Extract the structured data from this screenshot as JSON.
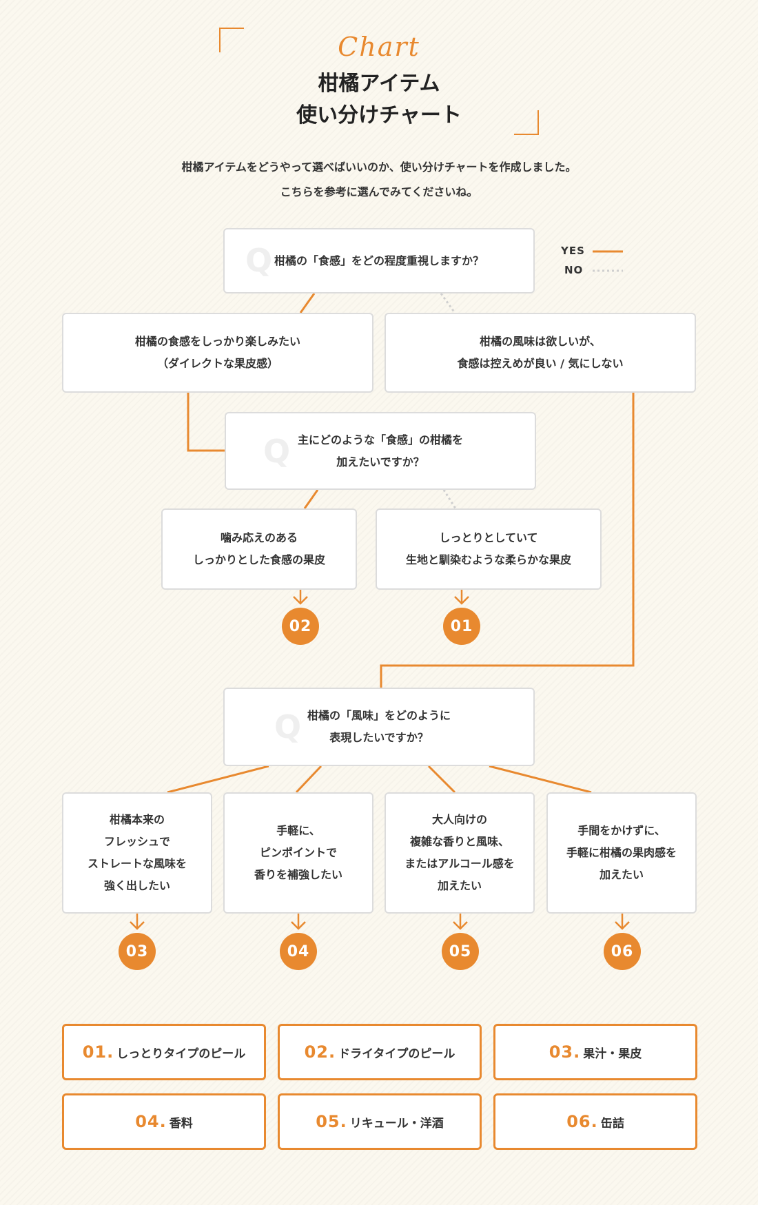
{
  "header": {
    "script_title": "Chart",
    "title_line1": "柑橘アイテム",
    "title_line2": "使い分けチャート",
    "intro_line1": "柑橘アイテムをどうやって選べばいいのか、使い分けチャートを作成しました。",
    "intro_line2": "こちらを参考に選んでみてくださいね。"
  },
  "legend": {
    "yes_label": "YES",
    "no_label": "NO"
  },
  "q_mark": "Q",
  "q1": {
    "text": "柑橘の「食感」をどの程度重視しますか？"
  },
  "q1_answers": {
    "yes": "柑橘の食感をしっかり楽しみたい\n（ダイレクトな果皮感）",
    "no": "柑橘の風味は欲しいが、\n食感は控えめが良い / 気にしない"
  },
  "q2": {
    "text": "主にどのような「食感」の柑橘を\n加えたいですか？"
  },
  "q2_answers": {
    "yes": "噛み応えのある\nしっかりとした食感の果皮",
    "no": "しっとりとしていて\n生地と馴染むような柔らかな果皮"
  },
  "q3": {
    "text": "柑橘の「風味」をどのように\n表現したいですか？"
  },
  "q3_answers": [
    "柑橘本来の\nフレッシュで\nストレートな風味を\n強く出したい",
    "手軽に、\nピンポイントで\n香りを補強したい",
    "大人向けの\n複雑な香りと風味、\nまたはアルコール感を\n加えたい",
    "手間をかけずに、\n手軽に柑橘の果肉感を\n加えたい"
  ],
  "outcomes": {
    "q2_yes": "02",
    "q2_no": "01",
    "q3": [
      "03",
      "04",
      "05",
      "06"
    ]
  },
  "results": [
    {
      "num": "01.",
      "label": "しっとりタイプのピール"
    },
    {
      "num": "02.",
      "label": "ドライタイプのピール"
    },
    {
      "num": "03.",
      "label": "果汁・果皮"
    },
    {
      "num": "04.",
      "label": "香料"
    },
    {
      "num": "05.",
      "label": "リキュール・洋酒"
    },
    {
      "num": "06.",
      "label": "缶詰"
    }
  ],
  "colors": {
    "accent": "#e8892f",
    "box_border": "#dcdcdc",
    "no_line": "#cfcfcf"
  }
}
